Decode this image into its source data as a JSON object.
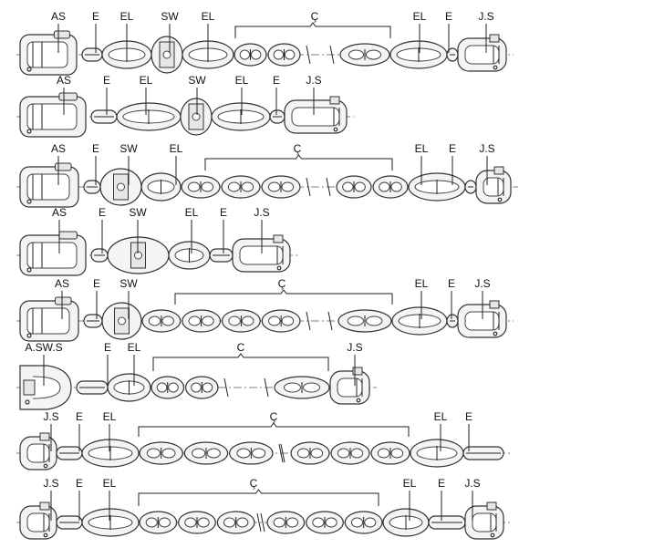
{
  "rows": [
    {
      "labels": [
        "AS",
        "E",
        "EL",
        "SW",
        "EL",
        "Ç",
        "EL",
        "E",
        "J.S"
      ],
      "parts": [
        "AS",
        "E",
        "EL",
        "SW",
        "EL",
        "C",
        "C",
        "EL",
        "E",
        "J.S"
      ]
    },
    {
      "labels": [
        "AS",
        "E",
        "EL",
        "SW",
        "EL",
        "E",
        "J.S"
      ],
      "parts": [
        "AS",
        "E",
        "EL",
        "SW",
        "EL",
        "E",
        "J.S"
      ]
    },
    {
      "labels": [
        "AS",
        "E",
        "SW",
        "EL",
        "Ç",
        "EL",
        "E",
        "J.S"
      ],
      "parts": [
        "AS",
        "E",
        "SW",
        "EL",
        "C",
        "C",
        "EL",
        "E",
        "J.S"
      ]
    },
    {
      "labels": [
        "AS",
        "E",
        "SW",
        "EL",
        "E",
        "J.S"
      ],
      "parts": [
        "AS",
        "E",
        "SW",
        "EL",
        "E",
        "J.S"
      ]
    },
    {
      "labels": [
        "AS",
        "E",
        "SW",
        "Ç",
        "EL",
        "E",
        "J.S"
      ],
      "parts": [
        "AS",
        "E",
        "SW",
        "C",
        "C",
        "EL",
        "E",
        "J.S"
      ]
    },
    {
      "labels": [
        "A.SW.S",
        "E",
        "EL",
        "C",
        "J.S"
      ],
      "parts": [
        "ASWS",
        "E",
        "EL",
        "C",
        "C",
        "J.S"
      ]
    },
    {
      "labels": [
        "J.S",
        "E",
        "EL",
        "Ç",
        "EL",
        "E"
      ],
      "parts": [
        "J.S",
        "E",
        "EL",
        "C",
        "C",
        "EL",
        "E"
      ]
    },
    {
      "labels": [
        "J.S",
        "E",
        "EL",
        "Ç",
        "EL",
        "E",
        "J.S"
      ],
      "parts": [
        "J.S",
        "E",
        "EL",
        "C",
        "C",
        "EL",
        "E",
        "J.S"
      ]
    }
  ]
}
